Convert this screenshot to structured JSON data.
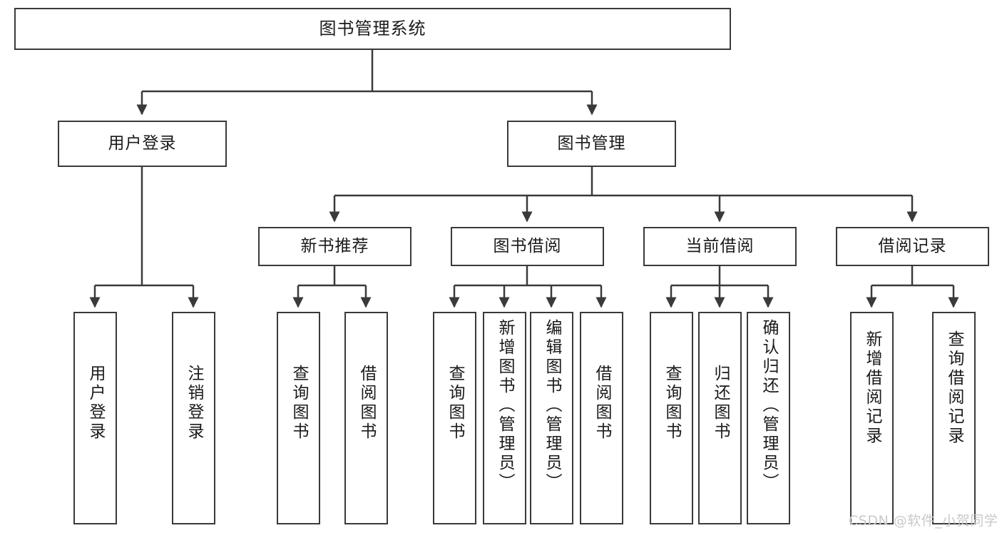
{
  "diagram": {
    "title": "图书管理系统",
    "type": "functional-structure-tree",
    "nodes": {
      "root": {
        "label": "图书管理系统"
      },
      "level2": [
        {
          "id": "user-login",
          "label": "用户登录"
        },
        {
          "id": "book-management",
          "label": "图书管理"
        }
      ],
      "level3": [
        {
          "id": "new-book-recommend",
          "label": "新书推荐"
        },
        {
          "id": "book-borrow",
          "label": "图书借阅"
        },
        {
          "id": "current-borrow",
          "label": "当前借阅"
        },
        {
          "id": "borrow-record",
          "label": "借阅记录"
        }
      ],
      "leaves": [
        {
          "id": "leaf-user-login",
          "label": "用户登录",
          "parent": "user-login"
        },
        {
          "id": "leaf-user-logout",
          "label": "注销登录",
          "parent": "user-login"
        },
        {
          "id": "leaf-query-book-1",
          "label": "查询图书",
          "parent": "new-book-recommend"
        },
        {
          "id": "leaf-borrow-book-1",
          "label": "借阅图书",
          "parent": "new-book-recommend"
        },
        {
          "id": "leaf-query-book-2",
          "label": "查询图书",
          "parent": "book-borrow"
        },
        {
          "id": "leaf-add-book",
          "label": "新增图书（管理员）",
          "parent": "book-borrow"
        },
        {
          "id": "leaf-edit-book",
          "label": "编辑图书（管理员）",
          "parent": "book-borrow"
        },
        {
          "id": "leaf-borrow-book-2",
          "label": "借阅图书",
          "parent": "book-borrow"
        },
        {
          "id": "leaf-query-book-3",
          "label": "查询图书",
          "parent": "current-borrow"
        },
        {
          "id": "leaf-return-book",
          "label": "归还图书",
          "parent": "current-borrow"
        },
        {
          "id": "leaf-confirm-return",
          "label": "确认归还（管理员）",
          "parent": "current-borrow"
        },
        {
          "id": "leaf-add-record",
          "label": "新增借阅记录",
          "parent": "borrow-record"
        },
        {
          "id": "leaf-query-record",
          "label": "查询借阅记录",
          "parent": "borrow-record"
        }
      ]
    },
    "colors": {
      "border": "#3a3a3a",
      "background": "#ffffff",
      "text": "#1a1a1a",
      "watermark": "#c9c9c9"
    }
  },
  "watermark": {
    "text": "CSDN @软件_小贺同学"
  }
}
